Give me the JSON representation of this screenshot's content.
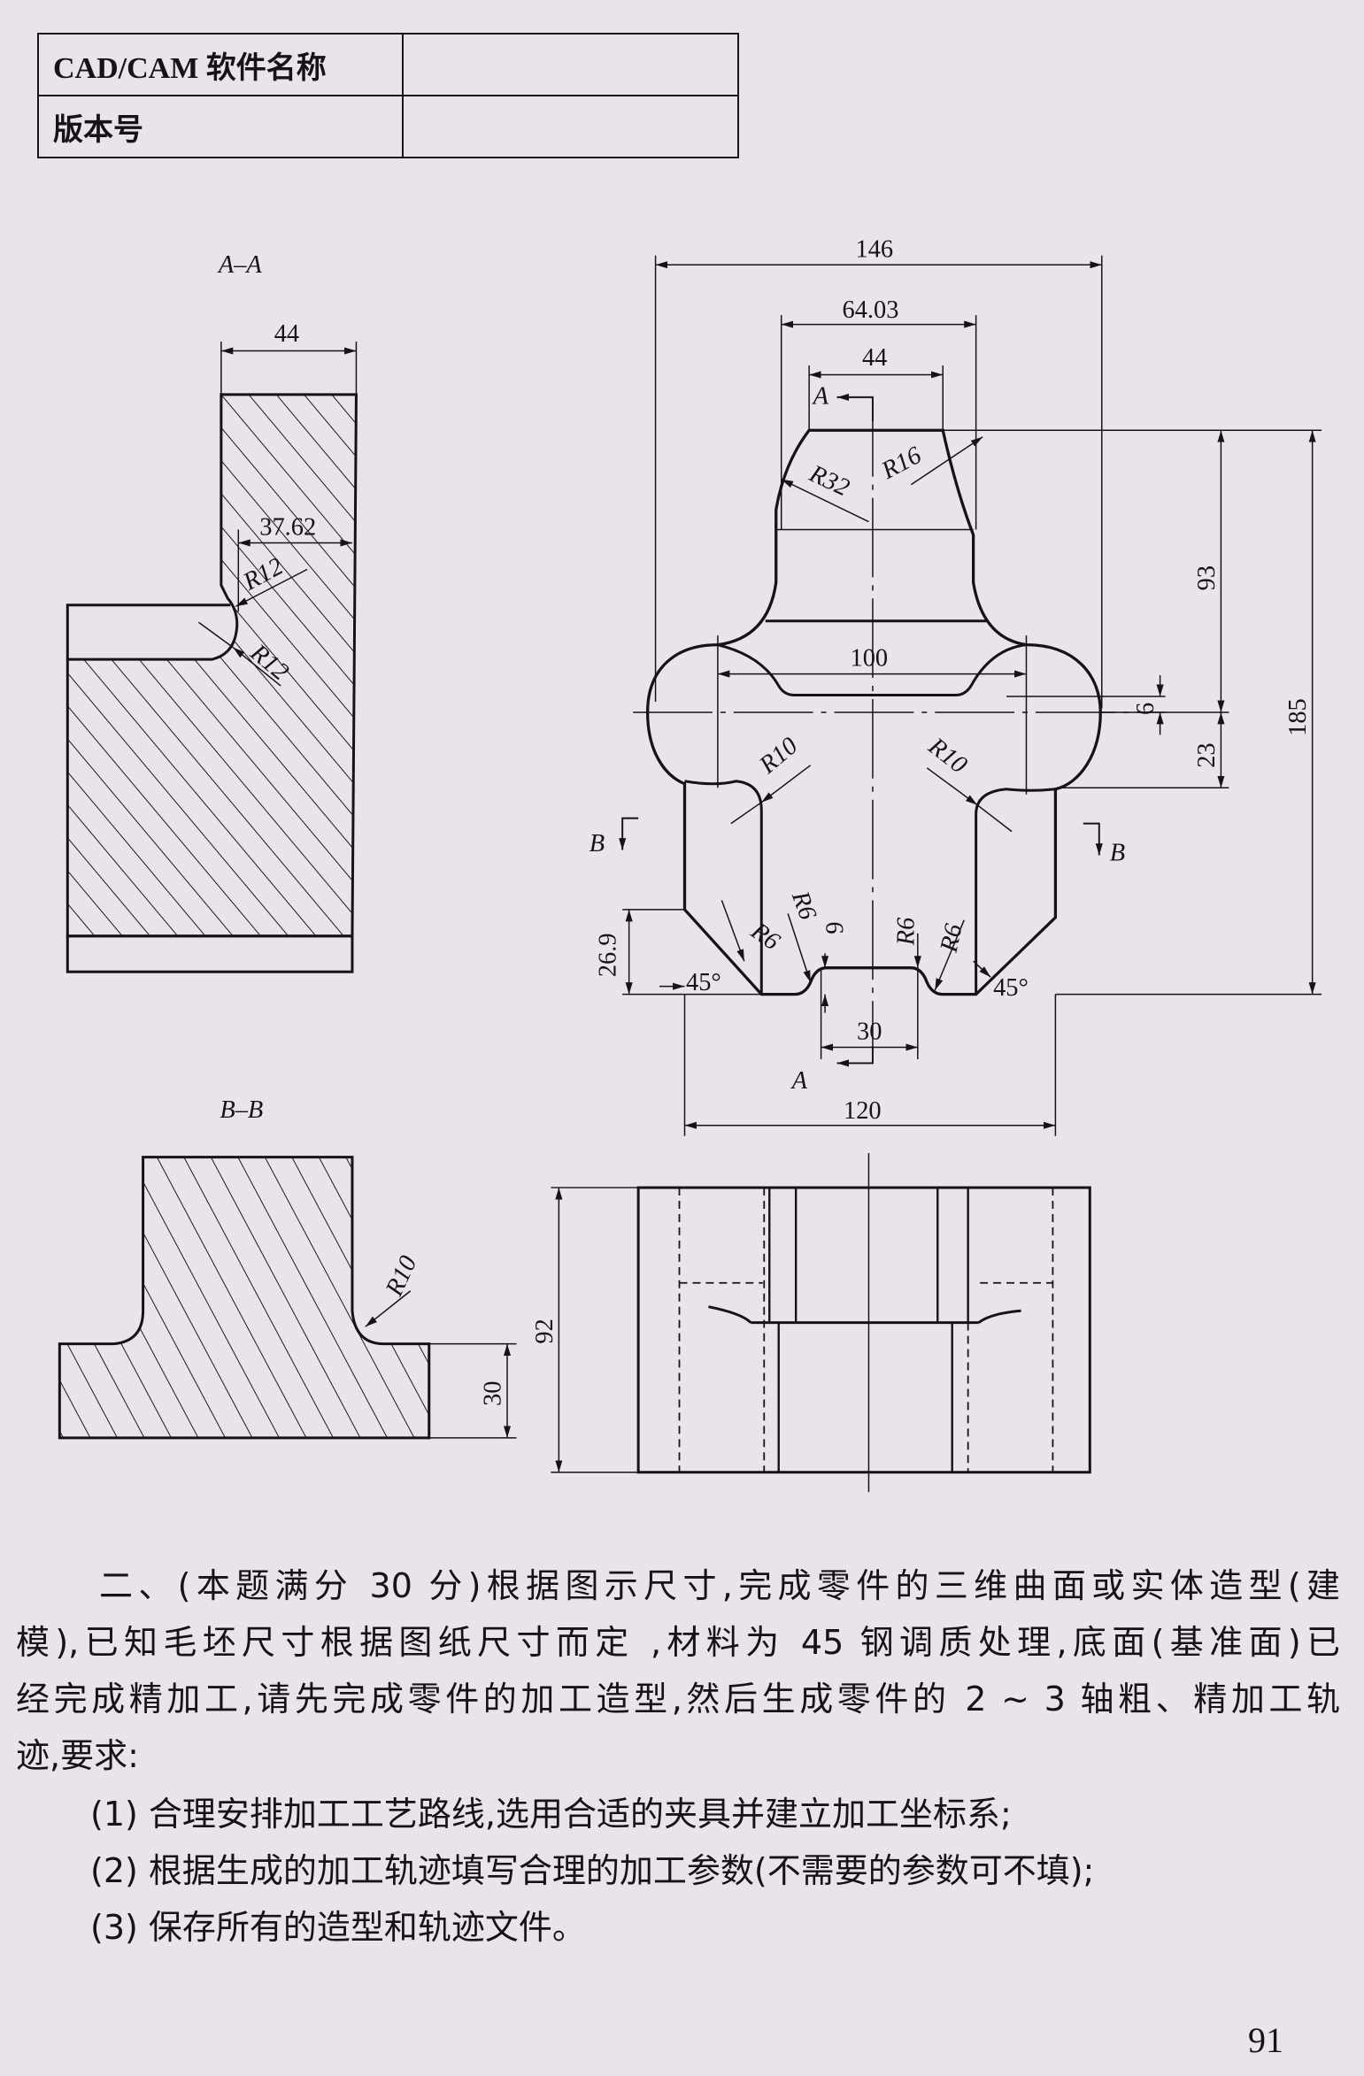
{
  "info_table": {
    "rows": [
      {
        "label": "CAD/CAM 软件名称"
      },
      {
        "label": "版本号"
      }
    ]
  },
  "drawing": {
    "section_aa": {
      "title": "A–A",
      "width": "44",
      "offset": "37.62",
      "r_upper": "R12",
      "r_lower": "R12"
    },
    "section_bb": {
      "title": "B–B",
      "radius": "R10",
      "height": "30"
    },
    "top_view": {
      "overall_width": "146",
      "neck_outer": "64.03",
      "neck_width": "44",
      "r_left": "R32",
      "r_right": "R16",
      "lobe_distance": "100",
      "height_93": "93",
      "offset_6": "6",
      "height_23": "23",
      "overall_height": "185",
      "leg_r_left": "R10",
      "leg_r_right": "R10",
      "chamfer_height": "26.9",
      "angle_left": "45°",
      "angle_right": "45°",
      "r6_a": "R6",
      "r6_b": "R6",
      "depth_6": "6",
      "r6_c": "R6",
      "r6_d": "R6",
      "slot_width": "30",
      "base_width": "120",
      "section_a_top": "A",
      "section_a_bottom": "A",
      "section_b_left": "B",
      "section_b_right": "B"
    },
    "front_view": {
      "height": "92"
    }
  },
  "question": {
    "lines": [
      "二、(本题满分 30 分)根据图示尺寸,完成零件的三维曲面或实体造型(建",
      "模),已知毛坯尺寸根据图纸尺寸而定 ,材料为 45 钢调质处理,底面(基准面)已",
      "经完成精加工,请先完成零件的加工造型,然后生成零件的 2 ~ 3 轴粗、精加工轨",
      "迹,要求:"
    ],
    "requirements": [
      "(1) 合理安排加工工艺路线,选用合适的夹具并建立加工坐标系;",
      "(2) 根据生成的加工轨迹填写合理的加工参数(不需要的参数可不填);",
      "(3) 保存所有的造型和轨迹文件。"
    ]
  },
  "page_number": "91"
}
